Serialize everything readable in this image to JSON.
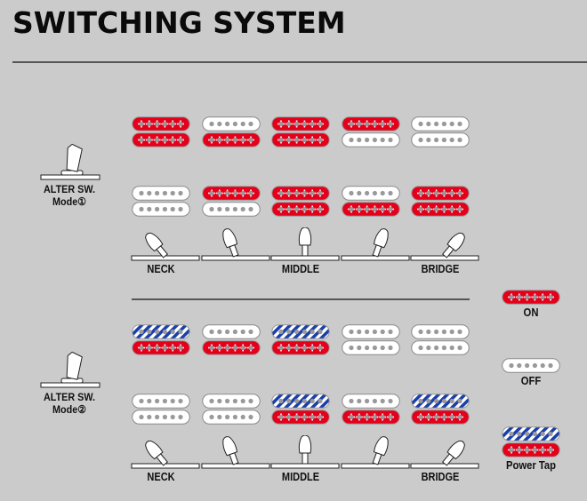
{
  "title": "SWITCHING SYSTEM",
  "colors": {
    "background": "#cbcbcb",
    "on": "#e4001b",
    "power_tap": "#1b3fa8",
    "off": "#ffffff",
    "pole": "#999999"
  },
  "position_labels": [
    "NECK",
    "",
    "MIDDLE",
    "",
    "BRIDGE"
  ],
  "modes": [
    {
      "label_line1": "ALTER SW.",
      "label_line2": "Mode①",
      "neck_row": [
        [
          "on",
          "on"
        ],
        [
          "off",
          "on"
        ],
        [
          "on",
          "on"
        ],
        [
          "on",
          "off"
        ],
        [
          "off",
          "off"
        ]
      ],
      "bridge_row": [
        [
          "off",
          "off"
        ],
        [
          "on",
          "off"
        ],
        [
          "on",
          "on"
        ],
        [
          "off",
          "on"
        ],
        [
          "on",
          "on"
        ]
      ]
    },
    {
      "label_line1": "ALTER SW.",
      "label_line2": "Mode②",
      "neck_row": [
        [
          "tap",
          "on"
        ],
        [
          "off",
          "on"
        ],
        [
          "tap",
          "on"
        ],
        [
          "off",
          "off"
        ],
        [
          "off",
          "off"
        ]
      ],
      "bridge_row": [
        [
          "off",
          "off"
        ],
        [
          "off",
          "off"
        ],
        [
          "tap",
          "on"
        ],
        [
          "off",
          "on"
        ],
        [
          "tap",
          "on"
        ]
      ]
    }
  ],
  "legend": [
    {
      "label": "ON",
      "coils": [
        "on"
      ]
    },
    {
      "label": "OFF",
      "coils": [
        "off"
      ]
    },
    {
      "label": "Power Tap",
      "coils": [
        "tap",
        "on"
      ]
    }
  ]
}
